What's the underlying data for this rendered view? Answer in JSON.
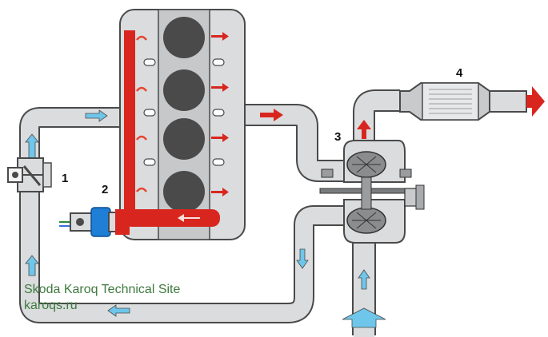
{
  "labels": {
    "egr_valve": "1",
    "egr_cooler": "2",
    "turbocharger": "3",
    "catalytic_converter": "4"
  },
  "watermark": {
    "line1": "Skoda Karoq Technical Site",
    "line2": "karoqs.ru"
  },
  "colors": {
    "pipe_fill": "#dadcde",
    "pipe_edge": "#4a4a4a",
    "exhaust_hot": "#d8261f",
    "intake_cool": "#6ec6ea",
    "cylinder": "#4a4a4a",
    "egr_cooler_body": "#1f7fd6",
    "watermark": "#3f7a3f"
  }
}
